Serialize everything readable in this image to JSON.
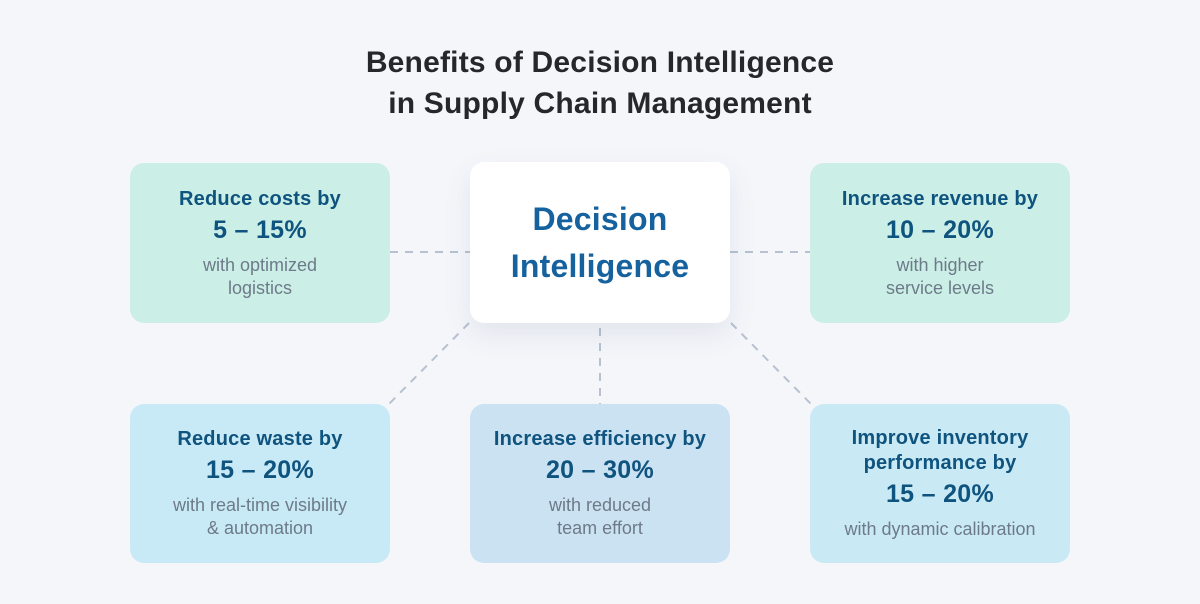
{
  "title": {
    "line1": "Benefits of Decision Intelligence",
    "line2": "in Supply Chain Management",
    "color": "#26262B"
  },
  "center_box": {
    "line1": "Decision",
    "line2": "Intelligence",
    "text_color": "#15629F",
    "background": "#FFFFFF"
  },
  "cards": [
    {
      "heading": "Reduce costs by",
      "range": "5 – 15%",
      "subtext": "with optimized\nlogistics",
      "background": "#CBEFE6"
    },
    {
      "heading": "Increase revenue by",
      "range": "10 – 20%",
      "subtext": "with higher\nservice levels",
      "background": "#CBEFE6"
    },
    {
      "heading": "Reduce waste by",
      "range": "15 – 20%",
      "subtext": "with real-time visibility\n& automation",
      "background": "#C8EAF6"
    },
    {
      "heading": "Increase efficiency by",
      "range": "20 – 30%",
      "subtext": "with reduced\nteam effort",
      "background": "#CBE2F2"
    },
    {
      "heading": "Improve inventory\nperformance by",
      "range": "15 – 20%",
      "subtext": "with dynamic calibration",
      "background": "#C9EAF5"
    }
  ],
  "styles": {
    "page_background": "#F4F6FA",
    "card_heading_color": "#0F537F",
    "card_subtext_color": "#6D7A89",
    "connector_color": "#B7C1CF"
  }
}
